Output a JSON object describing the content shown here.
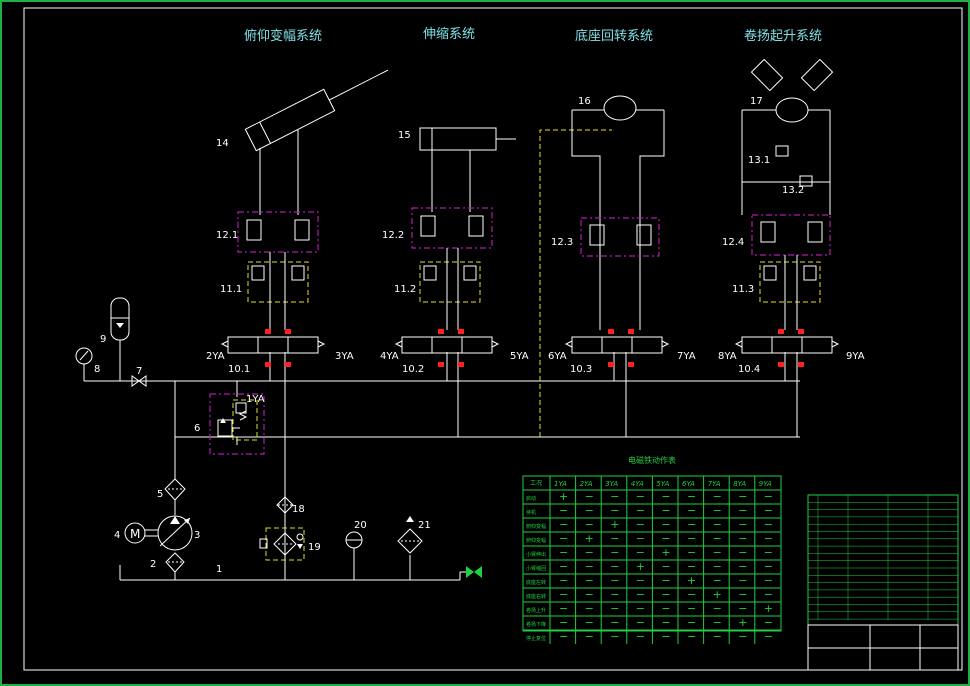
{
  "titles": {
    "luffing": "俯仰变幅系统",
    "telescopic": "伸缩系统",
    "slewing": "底座回转系统",
    "hoisting": "卷扬起升系统"
  },
  "labels": {
    "n1": "1",
    "n2": "2",
    "n3": "3",
    "n4": "4",
    "n5": "5",
    "n6": "6",
    "n7": "7",
    "n8": "8",
    "n9": "9",
    "n10_1": "10.1",
    "n10_2": "10.2",
    "n10_3": "10.3",
    "n10_4": "10.4",
    "n11_1": "11.1",
    "n11_2": "11.2",
    "n11_3": "11.3",
    "n12_1": "12.1",
    "n12_2": "12.2",
    "n12_3": "12.3",
    "n12_4": "12.4",
    "n13_1": "13.1",
    "n13_2": "13.2",
    "n14": "14",
    "n15": "15",
    "n16": "16",
    "n17": "17",
    "n18": "18",
    "n19": "19",
    "n20": "20",
    "n21": "21",
    "ya1": "1YA",
    "ya2": "2YA",
    "ya3": "3YA",
    "ya4": "4YA",
    "ya5": "5YA",
    "ya6": "6YA",
    "ya7": "7YA",
    "ya8": "8YA",
    "ya9": "9YA",
    "motor": "M"
  },
  "table": {
    "title": "电磁铁动作表",
    "corner": "工况",
    "columns": [
      "1YA",
      "2YA",
      "3YA",
      "4YA",
      "5YA",
      "6YA",
      "7YA",
      "8YA",
      "9YA"
    ],
    "rows": [
      {
        "name": "启动",
        "cells": [
          "+",
          "−",
          "−",
          "−",
          "−",
          "−",
          "−",
          "−",
          "−"
        ]
      },
      {
        "name": "待机",
        "cells": [
          "−",
          "−",
          "−",
          "−",
          "−",
          "−",
          "−",
          "−",
          "−"
        ]
      },
      {
        "name": "俯仰变幅",
        "cells": [
          "−",
          "−",
          "+",
          "−",
          "−",
          "−",
          "−",
          "−",
          "−"
        ]
      },
      {
        "name": "俯仰变幅",
        "cells": [
          "−",
          "+",
          "−",
          "−",
          "−",
          "−",
          "−",
          "−",
          "−"
        ]
      },
      {
        "name": "小臂伸出",
        "cells": [
          "−",
          "−",
          "−",
          "−",
          "+",
          "−",
          "−",
          "−",
          "−"
        ]
      },
      {
        "name": "小臂缩回",
        "cells": [
          "−",
          "−",
          "−",
          "+",
          "−",
          "−",
          "−",
          "−",
          "−"
        ]
      },
      {
        "name": "底座左转",
        "cells": [
          "−",
          "−",
          "−",
          "−",
          "−",
          "+",
          "−",
          "−",
          "−"
        ]
      },
      {
        "name": "底座右转",
        "cells": [
          "−",
          "−",
          "−",
          "−",
          "−",
          "−",
          "+",
          "−",
          "−"
        ]
      },
      {
        "name": "卷扬上升",
        "cells": [
          "−",
          "−",
          "−",
          "−",
          "−",
          "−",
          "−",
          "−",
          "+"
        ]
      },
      {
        "name": "卷扬下降",
        "cells": [
          "−",
          "−",
          "−",
          "−",
          "−",
          "−",
          "−",
          "+",
          "−"
        ]
      },
      {
        "name": "停止复位",
        "cells": [
          "−",
          "−",
          "−",
          "−",
          "−",
          "−",
          "−",
          "−",
          "−"
        ]
      }
    ]
  },
  "colors": {
    "background": "#000000",
    "lines": "#ffffff",
    "label_text": "#7fe0e6",
    "valve_block": "#b01ab0",
    "pilot_block": "#e0e020",
    "table": "#20d040",
    "solenoid_mark": "#ff2020",
    "frame": "#20b040"
  }
}
